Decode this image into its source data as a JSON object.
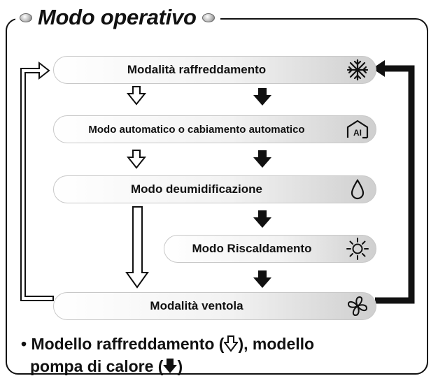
{
  "title": "Modo operativo",
  "modes": [
    {
      "label": "Modalità raffreddamento",
      "icon": "snowflake-icon"
    },
    {
      "label": "Modo automatico o cabiamento automatico",
      "icon": "auto-ai-icon",
      "icon_text": "AI"
    },
    {
      "label": "Modo deumidificazione",
      "icon": "water-drop-icon"
    },
    {
      "label": "Modo Riscaldamento",
      "icon": "sun-icon"
    },
    {
      "label": "Modalità ventola",
      "icon": "fan-icon"
    }
  ],
  "legend": {
    "bullet": "•",
    "line1_prefix": "Modello raffreddamento (",
    "line1_suffix": "), modello",
    "line2_prefix": "pompa di calore (",
    "line2_suffix": ")",
    "outline_arrow": "outline-down-arrow-icon",
    "solid_arrow": "solid-down-arrow-icon"
  },
  "colors": {
    "ink": "#111111",
    "pill_light": "#ffffff",
    "pill_dark": "#cfcfcf"
  }
}
